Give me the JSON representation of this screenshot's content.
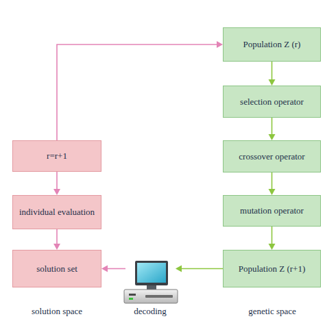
{
  "diagram": {
    "nodes": [
      {
        "text": [
          "Population Z (r)"
        ]
      },
      {
        "text": [
          "selection operator"
        ]
      },
      {
        "text": [
          "crossover operator"
        ]
      },
      {
        "text": [
          "mutation operator"
        ]
      },
      {
        "text": [
          "Population Z (r+1)"
        ]
      },
      {
        "text": [
          "r=r+1"
        ]
      },
      {
        "text": [
          "individual evaluation"
        ]
      },
      {
        "text": [
          "solution set"
        ]
      }
    ],
    "edges": [
      {
        "from": 0,
        "to": 1,
        "arrow": "to"
      },
      {
        "from": 1,
        "to": 2,
        "arrow": "to"
      },
      {
        "from": 2,
        "to": 3,
        "arrow": "to"
      },
      {
        "from": 3,
        "to": 4,
        "arrow": "to"
      },
      {
        "from": 4,
        "to": 7,
        "arrow": "to"
      },
      {
        "from": 5,
        "to": 6,
        "arrow": "to"
      },
      {
        "from": 6,
        "to": 7,
        "arrow": "to"
      },
      {
        "from": 5,
        "to": 0,
        "arrow": "to"
      }
    ],
    "labels": [
      "solution space",
      "decoding",
      "genetic space"
    ]
  }
}
